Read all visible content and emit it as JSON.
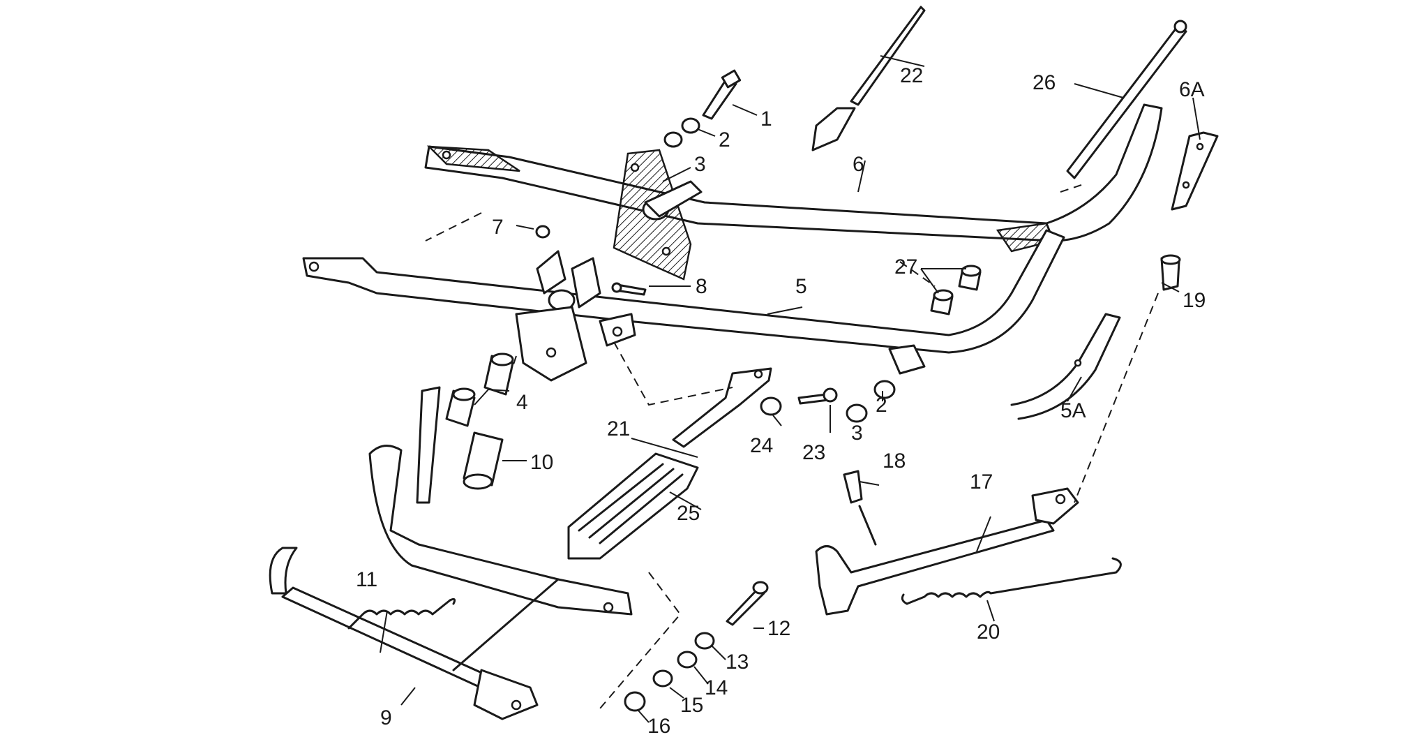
{
  "diagram": {
    "callouts": {
      "c1": "1",
      "c2a": "2",
      "c2b": "2",
      "c3a": "3",
      "c3b": "3",
      "c4": "4",
      "c5": "5",
      "c5a": "5A",
      "c6": "6",
      "c6a": "6A",
      "c7": "7",
      "c8": "8",
      "c9": "9",
      "c10": "10",
      "c11": "11",
      "c12": "12",
      "c13": "13",
      "c14": "14",
      "c15": "15",
      "c16": "16",
      "c17": "17",
      "c18": "18",
      "c19": "19",
      "c20": "20",
      "c21": "21",
      "c22": "22",
      "c23": "23",
      "c24": "24",
      "c25": "25",
      "c26": "26",
      "c27": "27"
    }
  }
}
